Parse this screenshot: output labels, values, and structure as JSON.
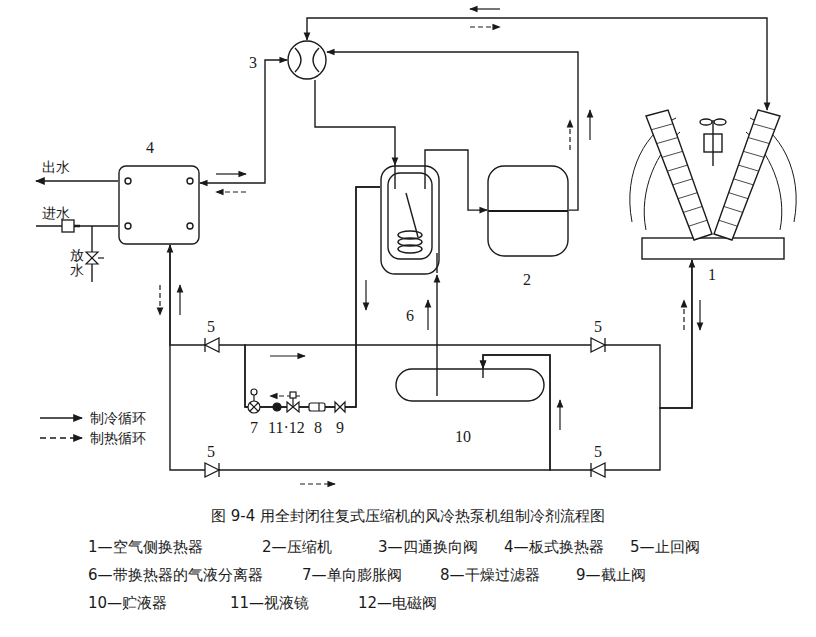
{
  "diagram": {
    "caption": "图 9-4  用全封闭往复式压缩机的风冷热泵机组制冷剂流程图",
    "nodes": [
      {
        "text": [
          "3"
        ]
      },
      {
        "text": [
          "4"
        ]
      },
      {
        "text": [
          "6"
        ]
      },
      {
        "text": [
          "2"
        ]
      },
      {
        "text": [
          "1"
        ]
      },
      {
        "text": [
          "10"
        ]
      }
    ],
    "edges": [
      {
        "from": 3,
        "to": 0,
        "arrow": "to"
      },
      {
        "from": 0,
        "to": 4,
        "arrow": "both"
      },
      {
        "from": 0,
        "to": 1,
        "arrow": "both"
      },
      {
        "from": 0,
        "to": 2,
        "arrow": "to"
      },
      {
        "from": 2,
        "to": 3,
        "arrow": "to"
      },
      {
        "from": 1,
        "to": 5,
        "arrow": "to"
      },
      {
        "from": 4,
        "to": 5,
        "arrow": "to"
      },
      {
        "from": 5,
        "to": 2,
        "arrow": "to"
      },
      {
        "from": 2,
        "to": 1,
        "arrow": "to"
      },
      {
        "from": 2,
        "to": 4,
        "arrow": "to"
      }
    ],
    "labels": [
      "出水",
      "进水",
      "放水",
      "5",
      "5",
      "5",
      "5",
      "7",
      "11·12",
      "8",
      "9",
      "1—空气侧换热器",
      "2—压缩机",
      "3—四通换向阀",
      "4—板式换热器",
      "5—止回阀",
      "6—带换热器的气液分离器",
      "7—单向膨胀阀",
      "8—干燥过滤器",
      "9—截止阀",
      "10—贮液器",
      "11—视液镜",
      "12—电磁阀"
    ],
    "legend": [
      {
        "text": "制冷循环"
      },
      {
        "text": "制热循环"
      }
    ]
  }
}
